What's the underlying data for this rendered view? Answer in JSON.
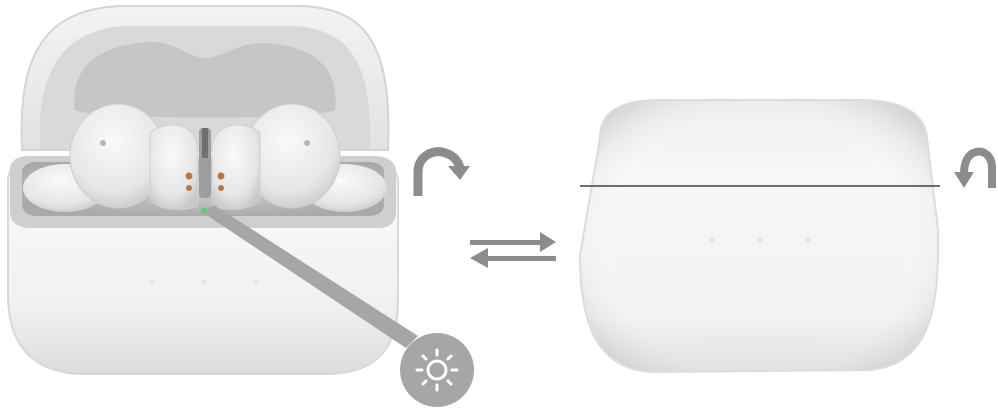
{
  "illustration": {
    "open_case": {
      "state": "open",
      "earbuds": 2,
      "led_color": "#4cd964"
    },
    "closed_case": {
      "state": "closed"
    },
    "callout": {
      "icon": "led-light-icon"
    },
    "arrows": {
      "icon": "swap-arrows-icon"
    },
    "open_lid_arrow": {
      "icon": "rotate-arrow-icon"
    },
    "close_lid_arrow": {
      "icon": "rotate-arrow-icon"
    }
  },
  "colors": {
    "case_body": "#f4f4f4",
    "case_shadow": "#d9d9d9",
    "rim": "#c9c9c9",
    "interior": "#bdbdbd",
    "arrow_grey": "#8c8c8c",
    "led_green": "#4cd964",
    "contact_copper": "#b8753f"
  }
}
